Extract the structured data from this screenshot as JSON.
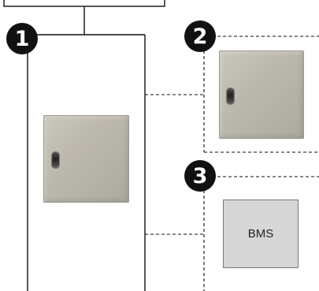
{
  "diagram": {
    "badges": [
      {
        "label": "1"
      },
      {
        "label": "2"
      },
      {
        "label": "3"
      }
    ],
    "components": {
      "bms_label": "BMS"
    },
    "colors": {
      "badge": "#111111",
      "lines": "#111111",
      "bms_fill": "#d6d6d6",
      "cabinet": "#bcb8ad"
    }
  }
}
